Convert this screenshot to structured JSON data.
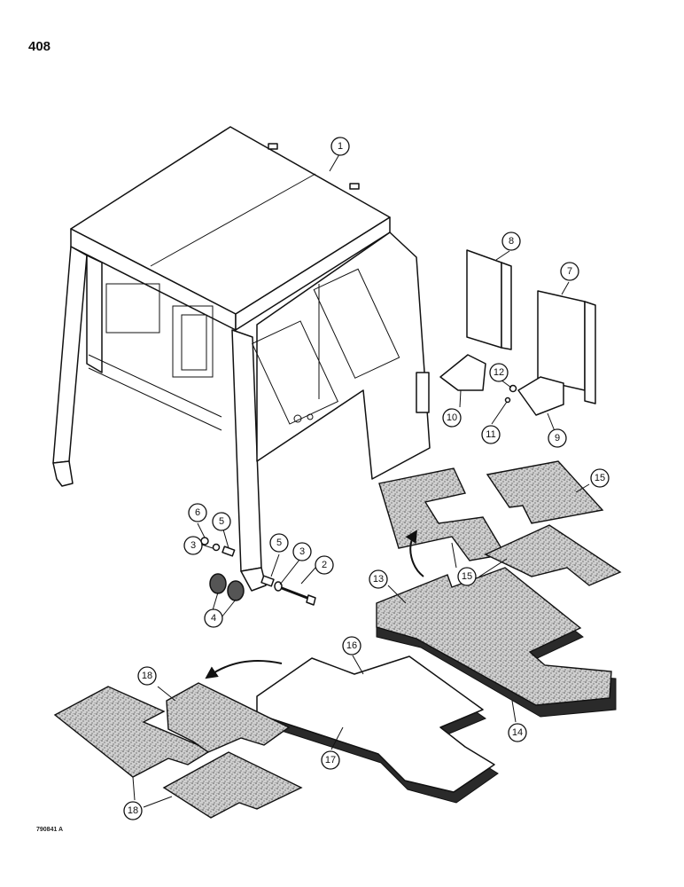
{
  "page": {
    "number": "408",
    "drawing_code": "790841 A"
  },
  "callouts": [
    "1",
    "2",
    "3",
    "3",
    "4",
    "5",
    "5",
    "6",
    "7",
    "8",
    "9",
    "10",
    "11",
    "12",
    "13",
    "14",
    "15",
    "15",
    "16",
    "17",
    "18",
    "18"
  ]
}
